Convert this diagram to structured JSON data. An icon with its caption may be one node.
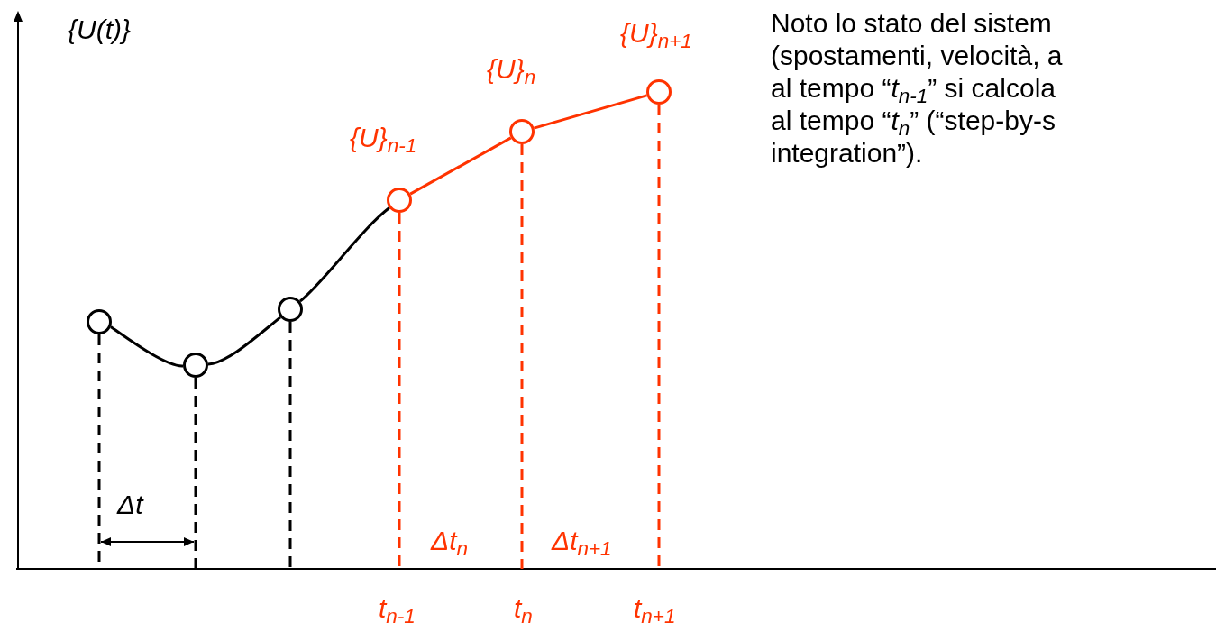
{
  "diagram": {
    "nodes": [
      {
        "text": [],
        "shape": "circle"
      },
      {
        "text": [],
        "shape": "circle"
      },
      {
        "text": [],
        "shape": "circle"
      },
      {
        "text": [],
        "shape": "circle",
        "beside": [
          "{U}$_{n-1}$"
        ]
      },
      {
        "text": [],
        "shape": "circle",
        "beside": [
          "{U}$_{n}$"
        ]
      },
      {
        "text": [],
        "shape": "circle",
        "beside": [
          "{U}$_{n+1}$"
        ]
      }
    ],
    "edges": [
      {
        "from": 0,
        "to": 1,
        "arrow": "none"
      },
      {
        "from": 1,
        "to": 2,
        "arrow": "none"
      },
      {
        "from": 2,
        "to": 3,
        "arrow": "none"
      },
      {
        "from": 3,
        "to": 4,
        "arrow": "none",
        "color": "#ff3300"
      },
      {
        "from": 4,
        "to": 5,
        "arrow": "none",
        "color": "#ff3300"
      }
    ],
    "labels": [
      "{U(t)}",
      "Δt",
      "Δt$_{n}$",
      "Δt$_{n+1}$",
      "t$_{n-1}$",
      "t$_{n}$",
      "t$_{n+1}$",
      "Noto lo stato del sistem (spostamenti, velocità, a al tempo “*t*$_{n-1}$” si calcola al tempo “*t*$_{n}$” (“step-by-s integration”)."
    ]
  }
}
